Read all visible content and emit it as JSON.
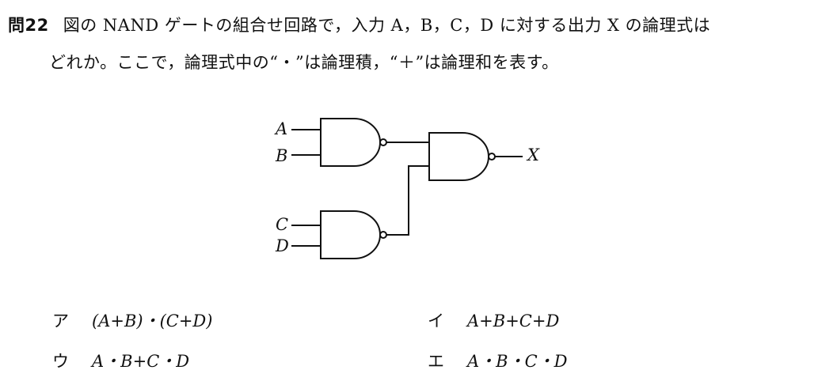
{
  "question": {
    "number": "問22",
    "line1": "図の NAND ゲートの組合せ回路で，入力 A，B，C，D に対する出力 X の論理式は",
    "line2": "どれか。ここで，論理式中の“・”は論理積，“＋”は論理和を表す。"
  },
  "circuit": {
    "inputs": [
      "A",
      "B",
      "C",
      "D"
    ],
    "output": "X"
  },
  "choices": [
    {
      "key": "ア",
      "expr": "(A+B)・(C+D)"
    },
    {
      "key": "イ",
      "expr": "A+B+C+D"
    },
    {
      "key": "ウ",
      "expr": "A・B+C・D"
    },
    {
      "key": "エ",
      "expr": "A・B・C・D"
    }
  ]
}
